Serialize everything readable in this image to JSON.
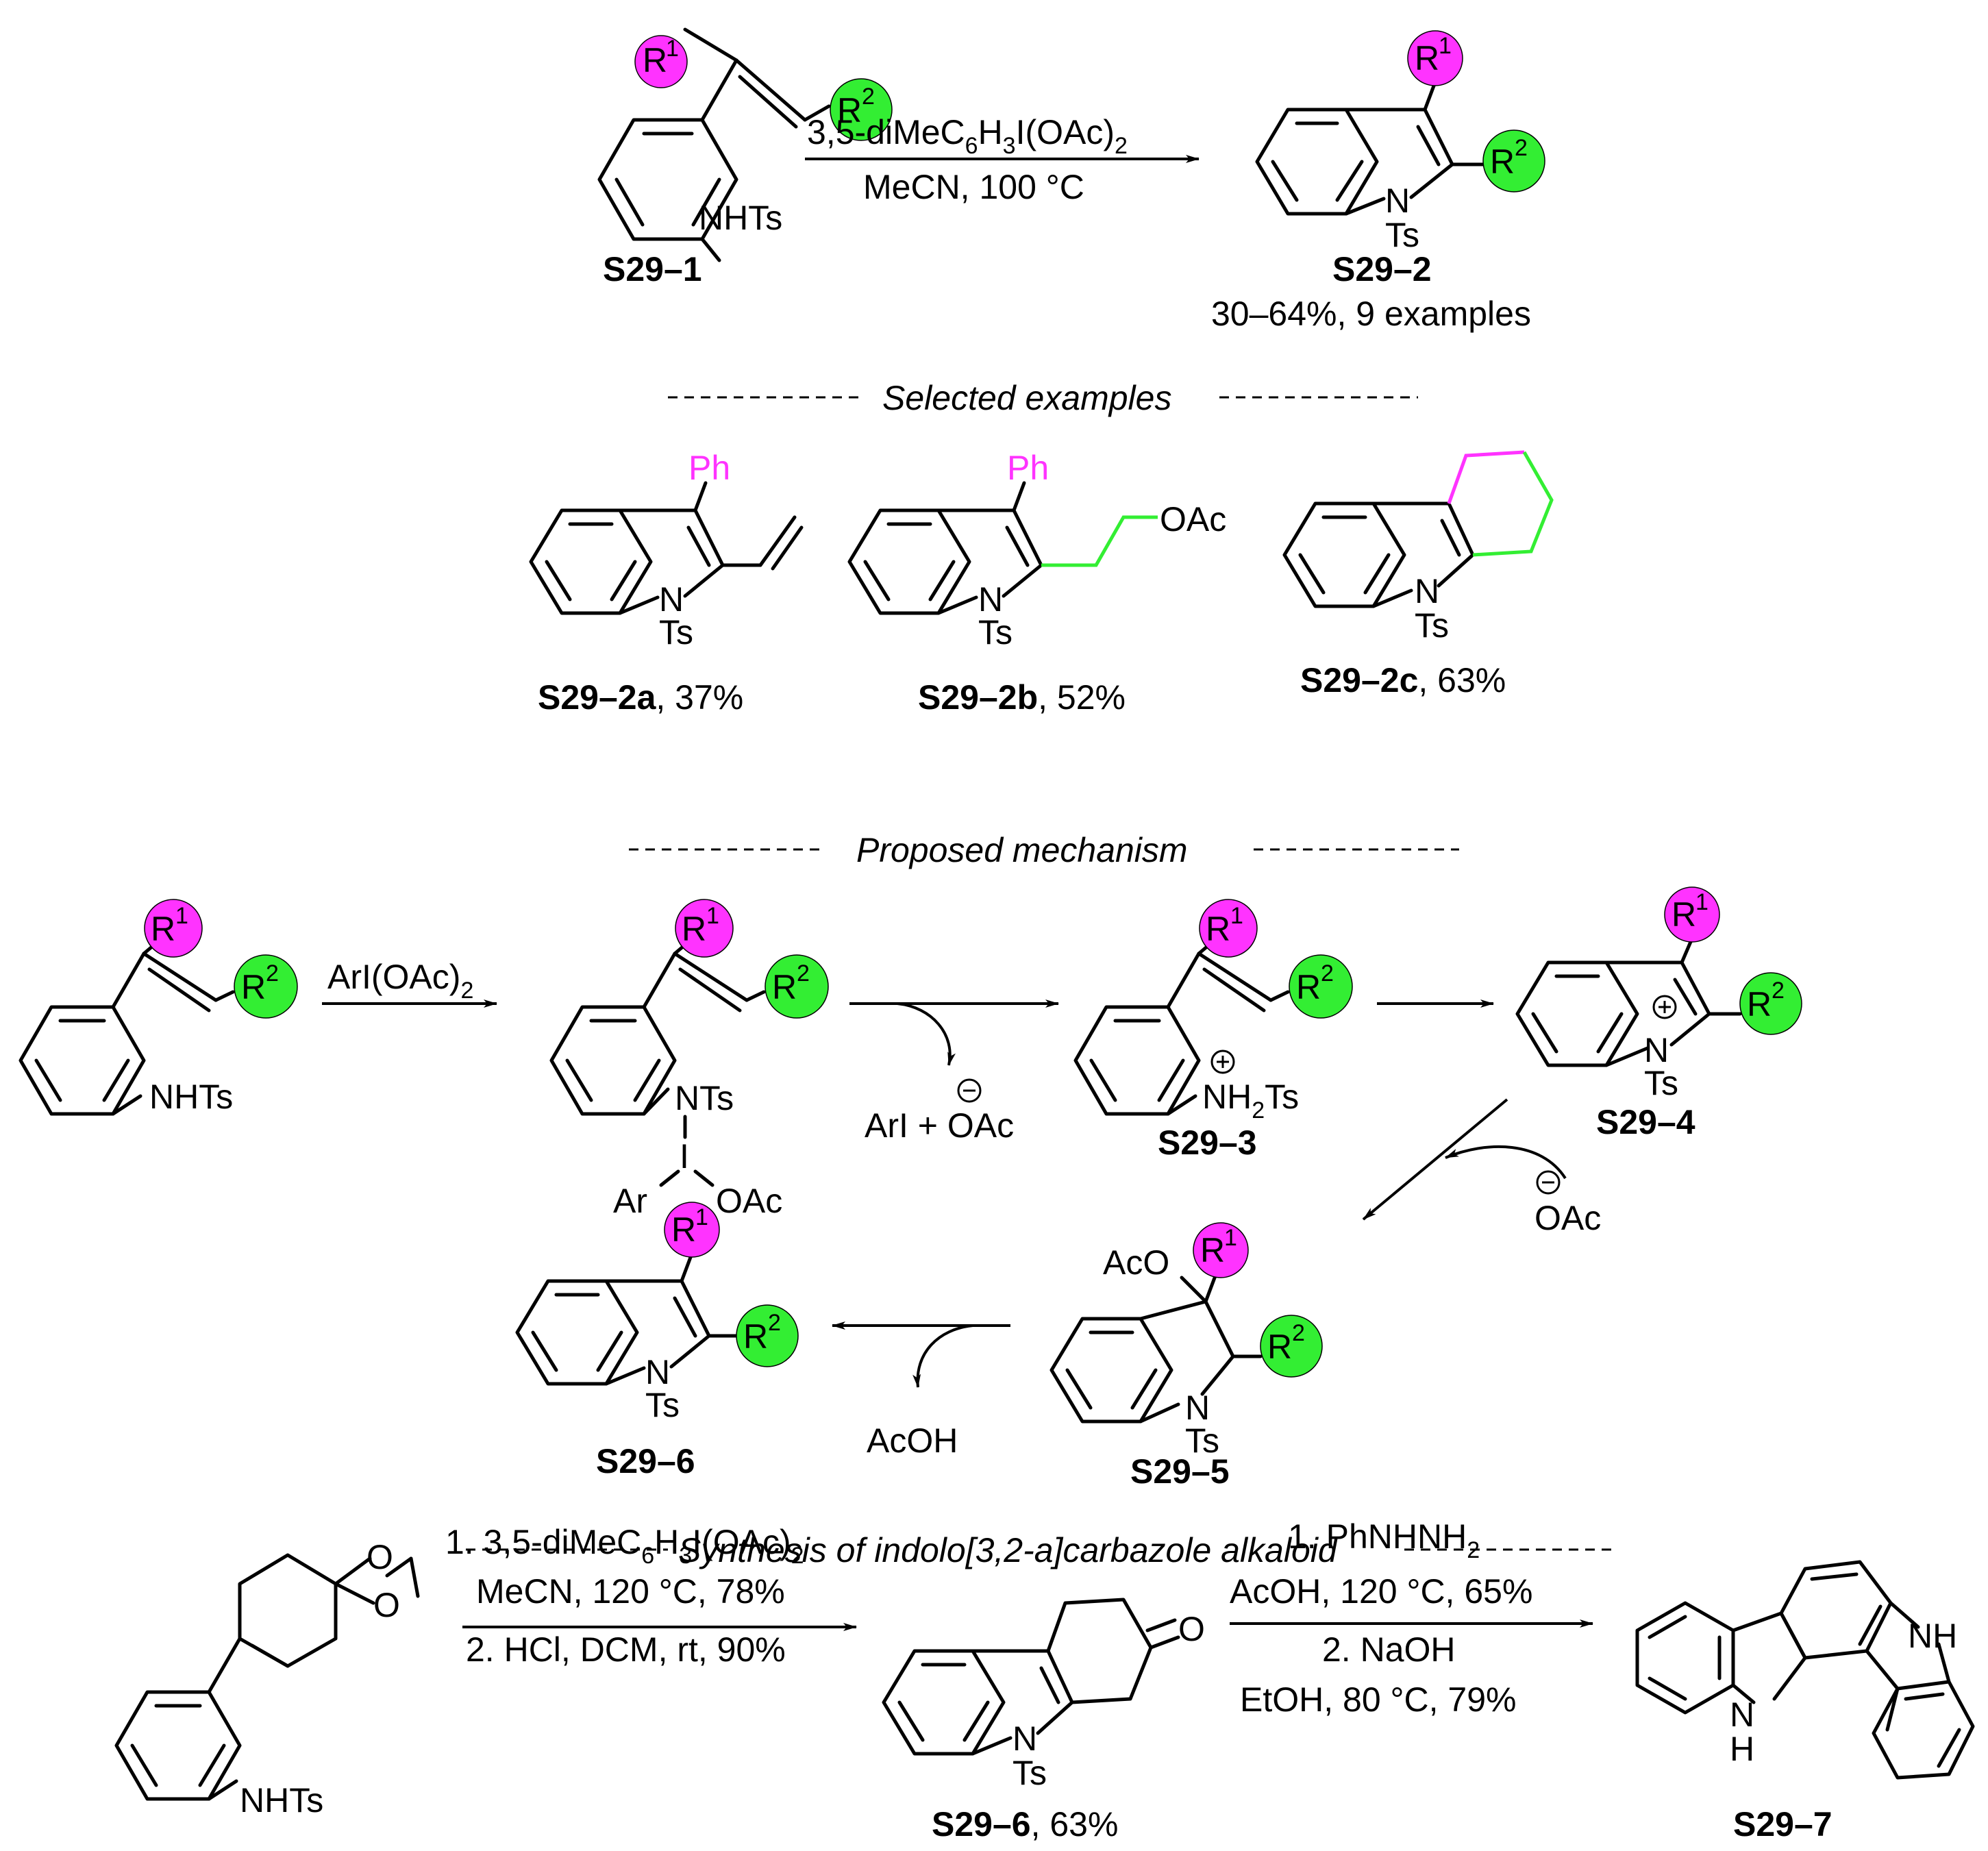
{
  "colors": {
    "r1": "#ff33ff",
    "r2": "#33ee33",
    "text": "#000000"
  },
  "labels": {
    "r1": "R",
    "r1_sup": "1",
    "r2": "R",
    "r2_sup": "2",
    "nhts": "NHTs",
    "ts": "Ts",
    "n": "N",
    "ph": "Ph",
    "oac": "OAc",
    "aco": "AcO",
    "ar": "Ar",
    "i": "I",
    "nts": "NTs",
    "nh2ts_a": "NH",
    "nh2ts_b": "2",
    "nh2ts_c": "Ts",
    "o": "O",
    "h": "H",
    "nh": "NH",
    "plus": "+",
    "minus": "−"
  },
  "top_reaction": {
    "reagent_a": "3,5-diMeC",
    "reagent_b": "6",
    "reagent_c": "H",
    "reagent_d": "3",
    "reagent_e": "I(OAc)",
    "reagent_f": "2",
    "conditions": "MeCN, 100 °C",
    "sm_label": "S29–1",
    "product_label": "S29–2",
    "yield_note": "30–64%, 9 examples"
  },
  "examples": {
    "header": "Selected examples",
    "items": [
      {
        "id": "S29–2a",
        "yield": ", 37%"
      },
      {
        "id": "S29–2b",
        "yield": ", 52%"
      },
      {
        "id": "S29–2c",
        "yield": ", 63%"
      }
    ]
  },
  "mechanism": {
    "header": "Proposed mechanism",
    "reagent_a": "ArI(OAc)",
    "reagent_b": "2",
    "byproduct1": "ArI + OAc",
    "byproduct2": "AcOH",
    "anion": "OAc",
    "labels": [
      "S29–3",
      "S29–4",
      "S29–5",
      "S29–6"
    ]
  },
  "synthesis": {
    "header": "Synthesis of indolo[3,2-a]carbazole alkaloid",
    "step1_line1_a": "1. 3,5-diMeC",
    "step1_line1_b": "6",
    "step1_line1_c": "H",
    "step1_line1_d": "3",
    "step1_line1_e": "I(OAc)",
    "step1_line1_f": "2",
    "step1_line2": "MeCN, 120 °C, 78%",
    "step1_line3": "2. HCl, DCM, rt, 90%",
    "step2_line1_a": "1. PhNHNH",
    "step2_line1_b": "2",
    "step2_line2": "AcOH, 120 °C, 65%",
    "step2_line3": "2. NaOH",
    "step2_line4": "EtOH, 80 °C, 79%",
    "intermediate_id": "S29–6",
    "intermediate_yield": ", 63%",
    "product_id": "S29–7"
  }
}
